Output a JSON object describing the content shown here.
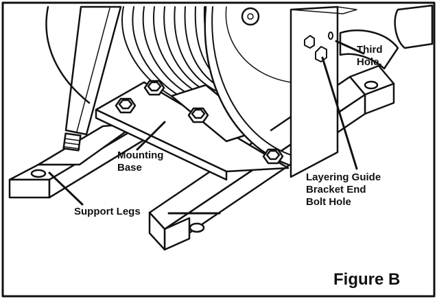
{
  "figure": {
    "caption": "Figure B",
    "labels": {
      "third_hole": [
        "Third",
        "Hole,"
      ],
      "mounting_base": [
        "Mounting",
        "Base"
      ],
      "support_legs": "Support Legs",
      "layering_guide": [
        "Layering Guide",
        "Bracket End",
        "Bolt Hole"
      ]
    },
    "colors": {
      "ink": "#111111",
      "fill": "#ffffff"
    }
  }
}
